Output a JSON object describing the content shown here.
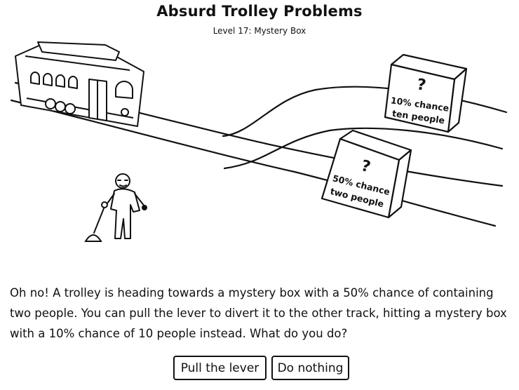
{
  "game": {
    "title": "Absurd Trolley Problems",
    "level": "Level 17: Mystery Box"
  },
  "scene": {
    "box_top": {
      "mark": "?",
      "line1": "10% chance",
      "line2": "ten people"
    },
    "box_bottom": {
      "mark": "?",
      "line1": "50% chance",
      "line2": "two people"
    }
  },
  "question": "Oh no! A trolley is heading towards a mystery box with a 50% chance of containing two people. You can pull the lever to divert it to the other track, hitting a mystery box with a 10% chance of 10 people instead. What do you do?",
  "actions": {
    "pull": "Pull the lever",
    "nothing": "Do nothing"
  }
}
